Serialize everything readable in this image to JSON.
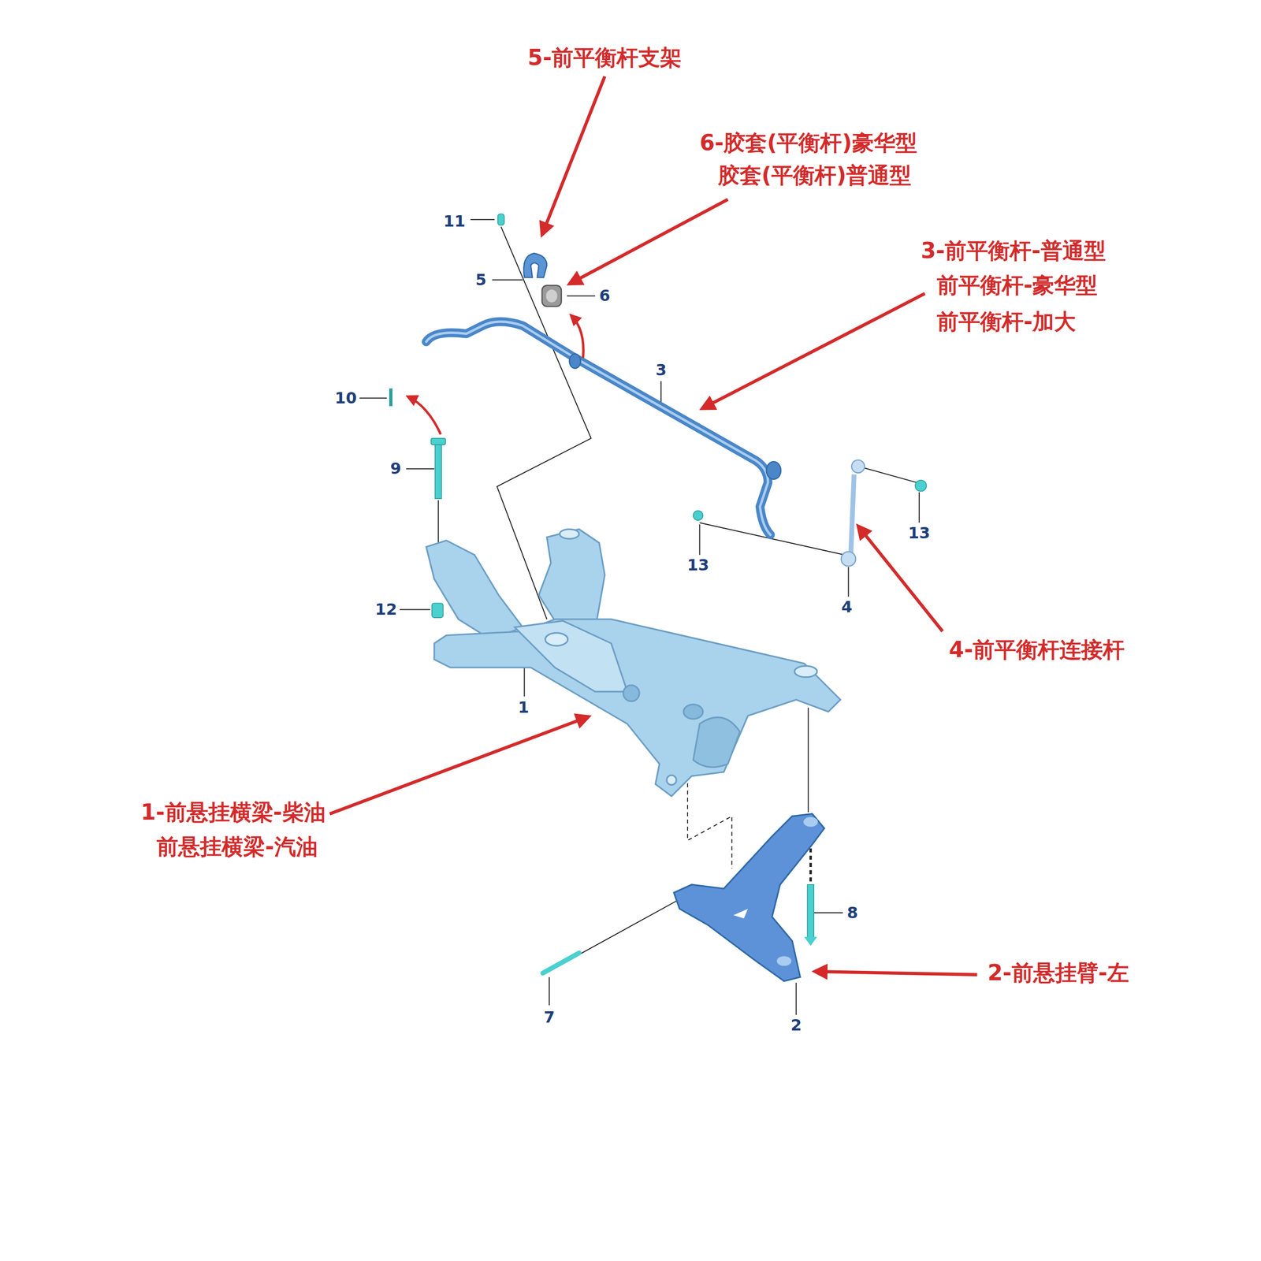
{
  "diagram": {
    "labels": [
      "5-前平衡杆支架",
      "6-胶套(平衡杆)豪华型",
      "胶套(平衡杆)普通型",
      "11",
      "5",
      "6",
      "3-前平衡杆-普通型",
      "前平衡杆-豪华型",
      "前平衡杆-加大",
      "3",
      "10",
      "9",
      "13",
      "13",
      "4",
      "12",
      "4-前平衡杆连接杆",
      "1",
      "1-前悬挂横梁-柴油",
      "前悬挂横梁-汽油",
      "8",
      "2-前悬挂臂-左",
      "7",
      "2"
    ]
  }
}
